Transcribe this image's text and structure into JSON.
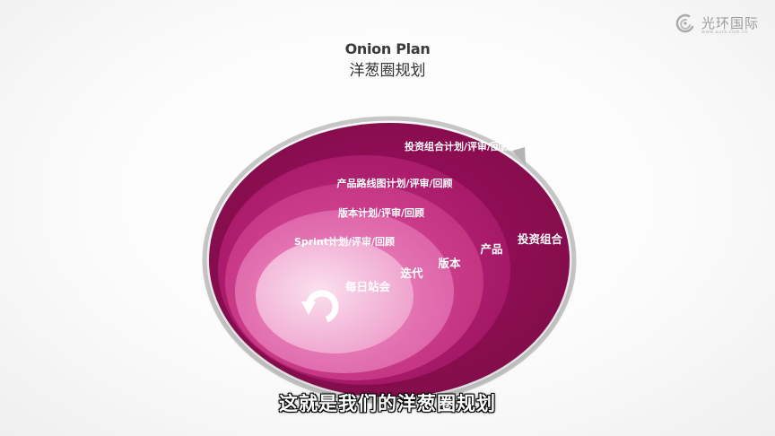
{
  "logo": {
    "name": "光环国际",
    "tagline": "www.aura.com.cn",
    "icon": "aura-logo-icon"
  },
  "header": {
    "title_en": "Onion Plan",
    "title_cn": "洋葱圈规划"
  },
  "diagram": {
    "layers": [
      {
        "name": "投资组合",
        "activity": "投资组合计划/评审/回顾",
        "color": "#8e0a52"
      },
      {
        "name": "产品",
        "activity": "产品路线图计划/评审/回顾",
        "color": "#ab1b6b"
      },
      {
        "name": "版本",
        "activity": "版本计划/评审/回顾",
        "color": "#c8378a"
      },
      {
        "name": "迭代",
        "activity": "Sprint计划/评审/回顾",
        "color": "#e06fae"
      },
      {
        "name": "每日站会",
        "activity": "",
        "color": "#eeaad0"
      }
    ],
    "core_icon": "refresh-cycle-icon",
    "outer_arrow_icon": "cycle-arrow-icon"
  },
  "caption": {
    "text": "这就是我们的洋葱圈规划"
  }
}
